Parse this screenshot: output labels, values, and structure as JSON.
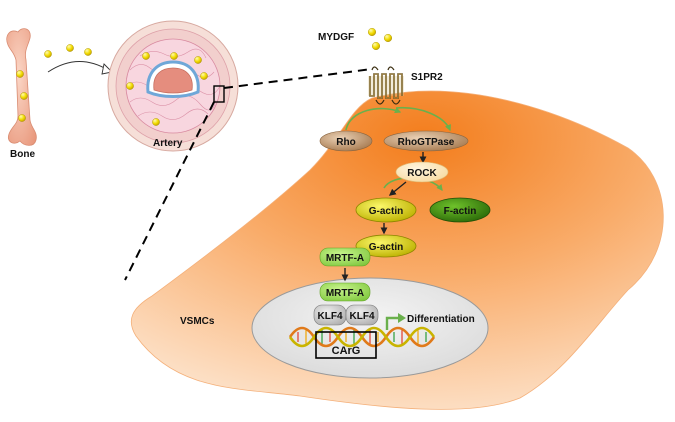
{
  "labels": {
    "bone": "Bone",
    "artery": "Artery",
    "mydgf": "MYDGF",
    "s1pr2": "S1PR2",
    "rho": "Rho",
    "rhogtpase": "RhoGTPase",
    "rock": "ROCK",
    "g_actin_1": "G-actin",
    "f_actin": "F-actin",
    "g_actin_2": "G-actin",
    "mrtf_a_1": "MRTF-A",
    "mrtf_a_2": "MRTF-A",
    "klf4_1": "KLF4",
    "klf4_2": "KLF4",
    "differentiation": "Differentiation",
    "carg": "CArG",
    "vsmcs": "VSMCs"
  },
  "colors": {
    "cell_fill_dark": "#f58a2a",
    "cell_fill_light": "#fde6cf",
    "nucleus_fill": "#e8e8e8",
    "particle": "#f5e000",
    "gactin": "#e2dc00",
    "factin": "#3f8f10",
    "mrtf": "#9fe05a",
    "klf4": "#c9c9c9",
    "rock": "#fde7bd",
    "rho": "#c9a37d",
    "bone": "#f2b6a0",
    "artery_outer": "#f5dcd5"
  }
}
